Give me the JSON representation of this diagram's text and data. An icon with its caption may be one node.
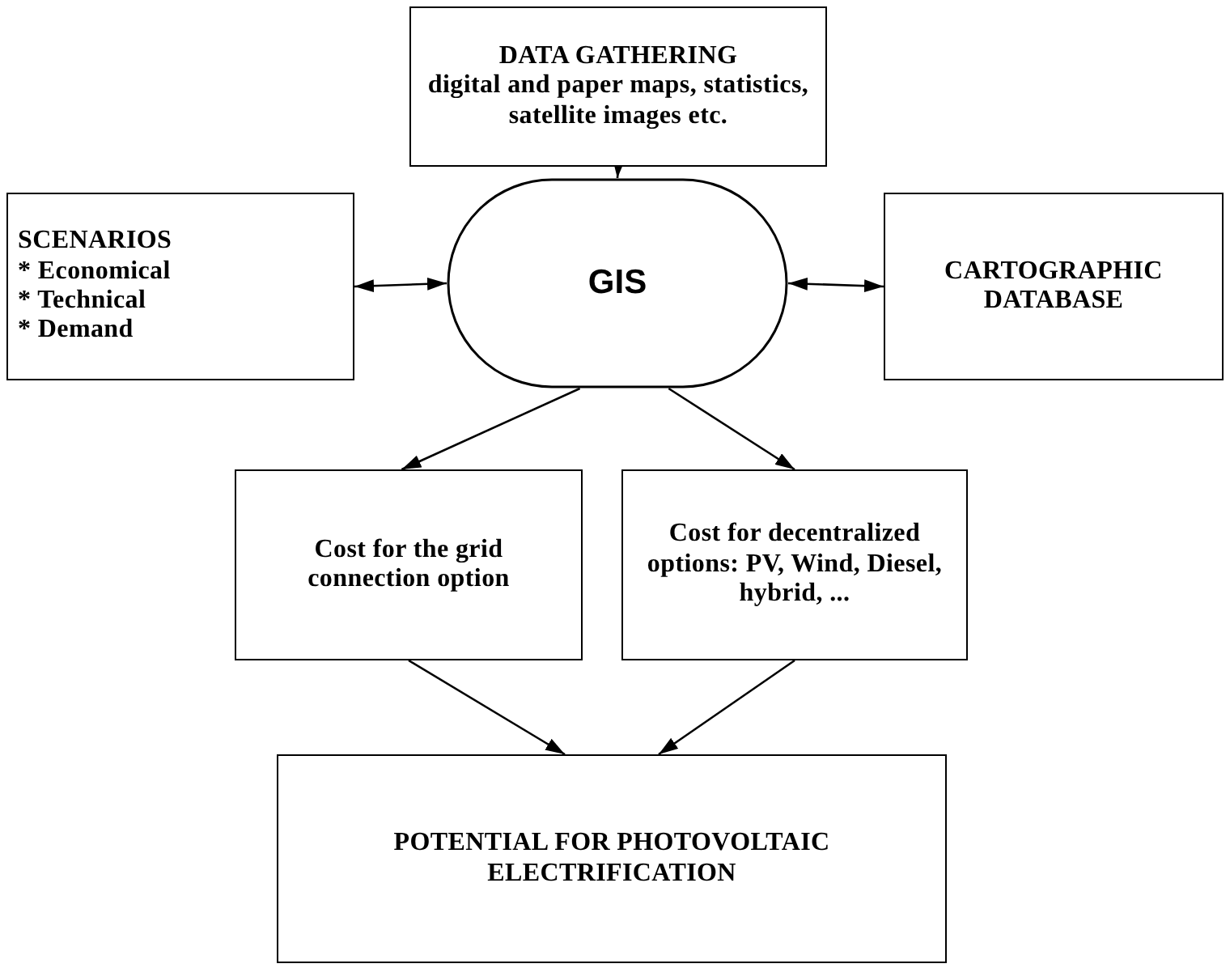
{
  "diagram": {
    "nodes": [
      {
        "text": [
          "DATA GATHERING",
          "digital and paper maps, statistics, satellite images etc."
        ]
      },
      {
        "text": [
          "SCENARIOS",
          "* Economical",
          "* Technical",
          "* Demand"
        ]
      },
      {
        "text": [
          "GIS"
        ]
      },
      {
        "text": [
          "CARTOGRAPHIC DATABASE"
        ]
      },
      {
        "text": [
          "Cost for the grid connection option"
        ]
      },
      {
        "text": [
          "Cost for decentralized options: PV, Wind, Diesel, hybrid, ..."
        ]
      },
      {
        "text": [
          "POTENTIAL FOR PHOTOVOLTAIC ELECTRIFICATION"
        ]
      }
    ],
    "edges": [
      {
        "from": 0,
        "to": 2,
        "arrow": "to"
      },
      {
        "from": 1,
        "to": 2,
        "arrow": "both"
      },
      {
        "from": 2,
        "to": 3,
        "arrow": "both"
      },
      {
        "from": 2,
        "to": 4,
        "arrow": "to"
      },
      {
        "from": 2,
        "to": 5,
        "arrow": "to"
      },
      {
        "from": 4,
        "to": 6,
        "arrow": "to"
      },
      {
        "from": 5,
        "to": 6,
        "arrow": "to"
      }
    ]
  }
}
